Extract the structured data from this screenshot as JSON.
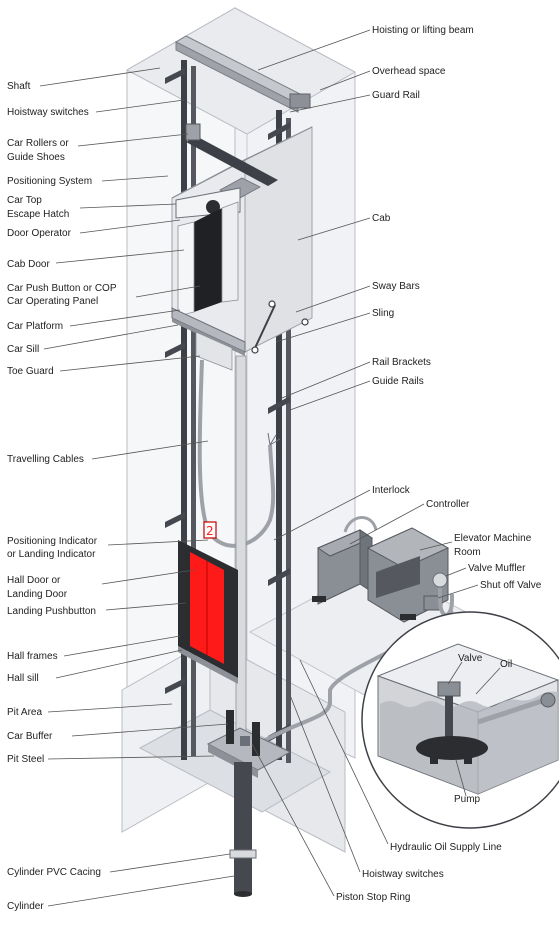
{
  "colors": {
    "rail": "#3d4046",
    "rail_light": "#6b6f77",
    "shaft_fill": "#eef0f3",
    "shaft_stroke": "#b9bdc3",
    "cab_fill": "#dfe1e5",
    "cab_dark": "#c9ccd1",
    "door_red": "#ff1a1a",
    "machine": "#8a8e95",
    "machine_dark": "#55585e",
    "label_text": "#222222",
    "leader": "#555555"
  },
  "labels_left": [
    "Shaft",
    "Hoistway switches",
    "Car Rollers or",
    "Guide Shoes",
    "Positioning System",
    "Car Top",
    "Escape Hatch",
    "Door Operator",
    "Cab Door",
    "Car Push Button or COP",
    "Car Operating Panel",
    "Car Platform",
    "Car Sill",
    "Toe Guard",
    "Travelling Cables",
    "Positioning Indicator",
    "or Landing Indicator",
    "Hall Door or",
    "Landing Door",
    "Landing Pushbutton",
    "Hall frames",
    "Hall sill",
    "Pit Area",
    "Car Buffer",
    "Pit Steel",
    "Cylinder PVC Cacing",
    "Cylinder"
  ],
  "labels_right": [
    "Hoisting or lifting beam",
    "Overhead space",
    "Guard Rail",
    "Cab",
    "Sway Bars",
    "Sling",
    "Rail Brackets",
    "Guide Rails",
    "Interlock",
    "Controller",
    "Elevator Machine",
    "Room",
    "Valve Muffler",
    "Shut off Valve",
    "Valve",
    "Oil",
    "Pump",
    "Hydraulic Oil Supply Line",
    "Hoistway switches",
    "Piston Stop Ring"
  ]
}
